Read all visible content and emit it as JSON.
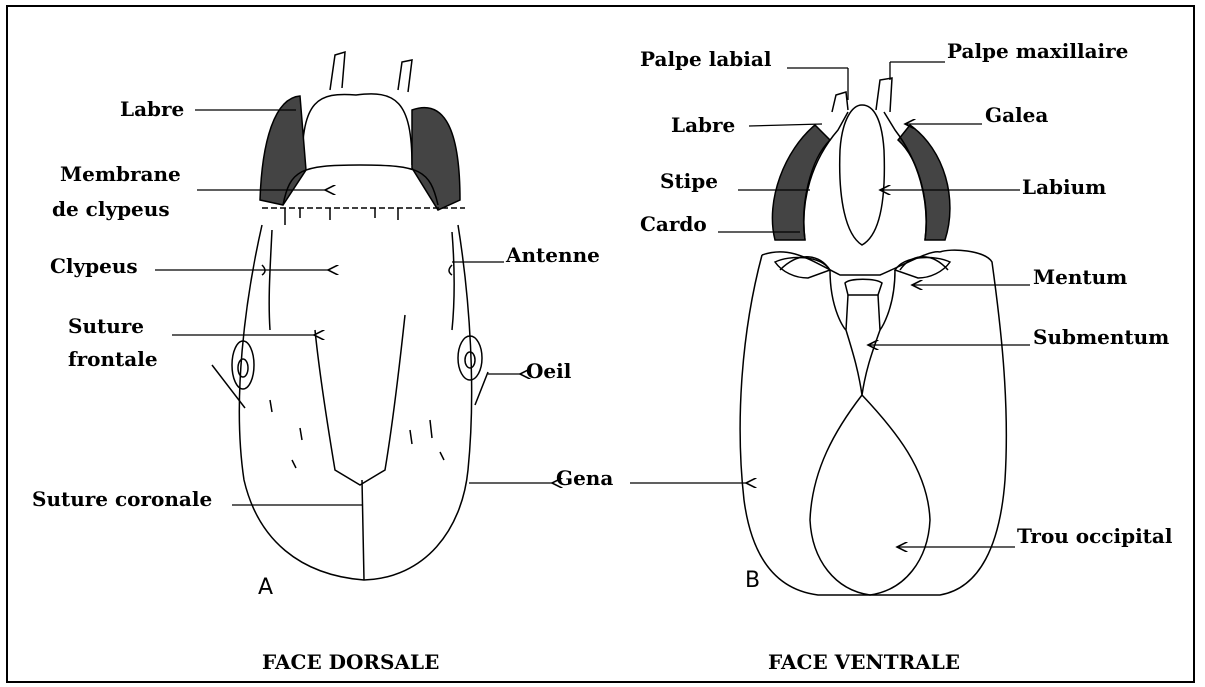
{
  "panel_a": {
    "letter": "A",
    "caption": "FACE DORSALE",
    "labels": {
      "labre": "Labre",
      "membrane_line1": "Membrane",
      "membrane_line2": "de clypeus",
      "clypeus": "Clypeus",
      "suture_frontale_line1": "Suture",
      "suture_frontale_line2": "frontale",
      "suture_coronale": "Suture coronale",
      "antenne": "Antenne",
      "oeil": "Oeil",
      "gena": "Gena"
    }
  },
  "panel_b": {
    "letter": "B",
    "caption": "FACE VENTRALE",
    "labels": {
      "palpe_labial": "Palpe labial",
      "palpe_maxillaire": "Palpe maxillaire",
      "labre": "Labre",
      "galea": "Galea",
      "stipe": "Stipe",
      "labium": "Labium",
      "cardo": "Cardo",
      "mentum": "Mentum",
      "submentum": "Submentum",
      "trou_occipital": "Trou occipital"
    }
  }
}
